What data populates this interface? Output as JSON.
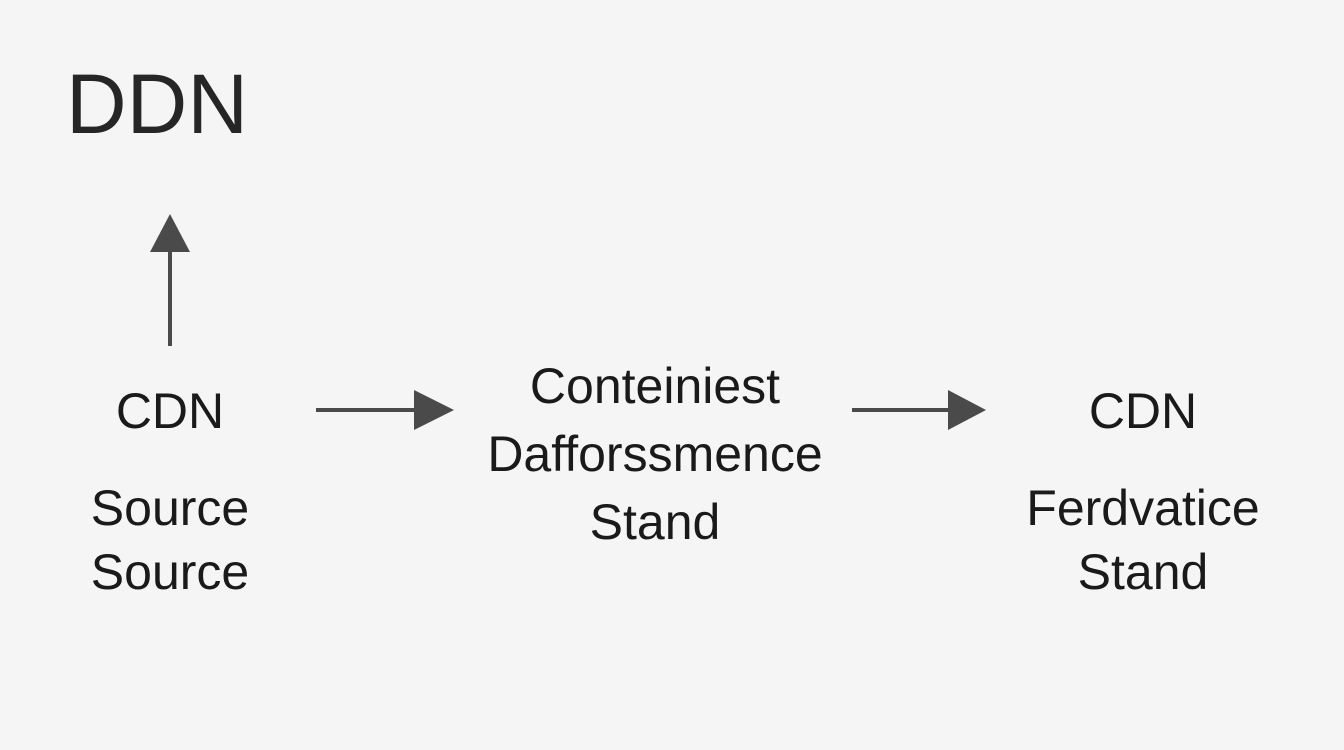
{
  "diagram": {
    "title": "DDN",
    "nodes": [
      {
        "id": "source",
        "title": "CDN",
        "subtitle_lines": [
          "Source",
          "Source"
        ]
      },
      {
        "id": "middle",
        "text_lines": [
          "Conteiniest",
          "Dafforssmence",
          "Stand"
        ]
      },
      {
        "id": "derivative",
        "title": "CDN",
        "subtitle_lines": [
          "Ferdvatice",
          "Stand"
        ]
      }
    ],
    "edges": [
      {
        "from": "source",
        "to": "title",
        "direction": "up"
      },
      {
        "from": "source",
        "to": "middle",
        "direction": "right"
      },
      {
        "from": "middle",
        "to": "derivative",
        "direction": "right"
      }
    ],
    "colors": {
      "background": "#f5f5f5",
      "text": "#1a1a1a",
      "arrow": "#4a4a4a"
    }
  }
}
